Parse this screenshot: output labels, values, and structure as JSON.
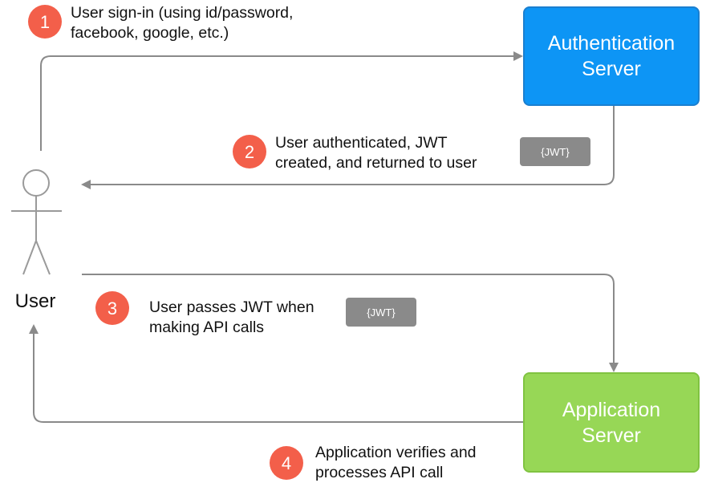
{
  "colors": {
    "auth_server": "#0d95f5",
    "app_server": "#97d756",
    "badge": "#f35f4a",
    "token": "#8a8a8a",
    "connector": "#8a8a8a"
  },
  "user": {
    "label": "User",
    "icon": "stick-figure-icon"
  },
  "servers": {
    "auth": {
      "line1": "Authentication",
      "line2": "Server"
    },
    "app": {
      "line1": "Application",
      "line2": "Server"
    }
  },
  "tokens": {
    "returned": "{JWT}",
    "passed": "{JWT}"
  },
  "steps": [
    {
      "number": "1",
      "line1": "User sign-in (using id/password,",
      "line2": "facebook, google, etc.)"
    },
    {
      "number": "2",
      "line1": "User authenticated, JWT",
      "line2": "created, and returned to user"
    },
    {
      "number": "3",
      "line1": "User passes JWT when",
      "line2": "making API calls"
    },
    {
      "number": "4",
      "line1": "Application verifies and",
      "line2": "processes API call"
    }
  ]
}
